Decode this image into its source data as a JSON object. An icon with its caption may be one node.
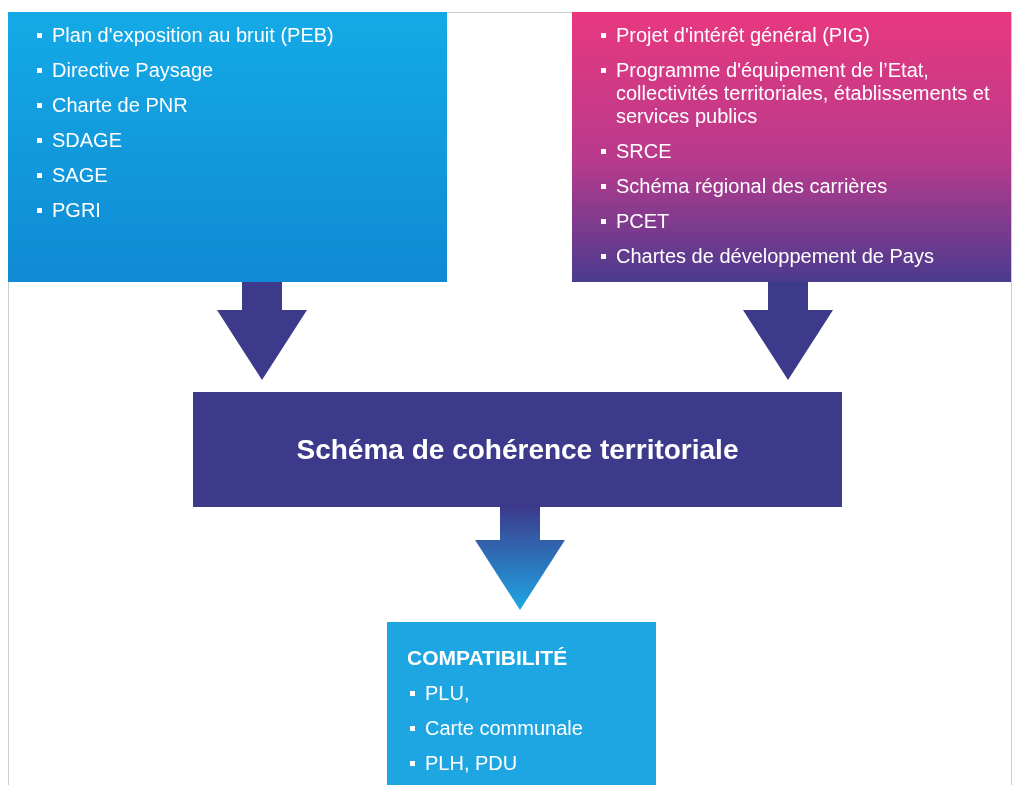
{
  "diagram": {
    "nodes": [
      {
        "text": [
          "Plan d'exposition au bruit (PEB)",
          "Directive Paysage",
          "Charte de PNR",
          "SDAGE",
          "SAGE",
          "PGRI"
        ]
      },
      {
        "text": [
          "Projet d'intérêt général (PIG)",
          "Programme d'équipement de l’Etat, collectivités territoriales, établissements et services publics",
          "SRCE",
          "Schéma régional des carrières",
          "PCET",
          "Chartes de développement de Pays"
        ]
      },
      {
        "text": [
          "Schéma de cohérence territoriale"
        ]
      },
      {
        "text": [
          "COMPATIBILITÉ",
          "PLU,",
          "Carte communale",
          "PLH, PDU"
        ]
      }
    ],
    "edges": [
      {
        "from": 0,
        "to": 2,
        "arrow": "to",
        "style": "thick"
      },
      {
        "from": 1,
        "to": 2,
        "arrow": "to",
        "style": "thick"
      },
      {
        "from": 2,
        "to": 3,
        "arrow": "to",
        "style": "thick",
        "color": "#1ea6e3"
      }
    ]
  }
}
